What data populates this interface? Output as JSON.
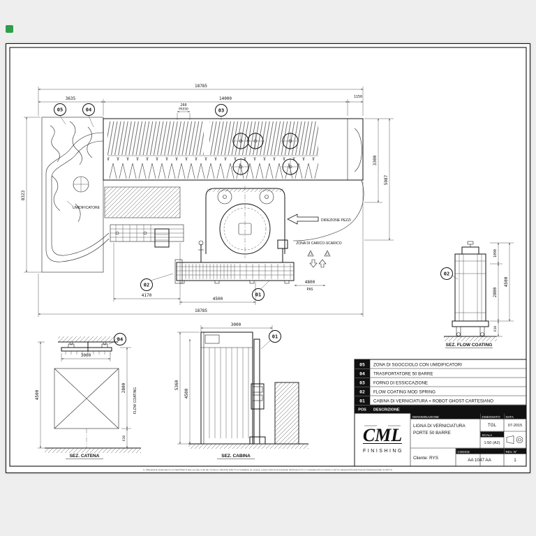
{
  "balloons": {
    "b01": "01",
    "b02": "02",
    "b03": "03",
    "b04": "04",
    "b05": "05"
  },
  "plan": {
    "dims": {
      "total_top": "18785",
      "zone": "3635",
      "conveyor": "14000",
      "end": "1150",
      "passo_value": "260",
      "passo_label": "PASSO",
      "depth": "3300",
      "depth_total": "5987",
      "left_height": "8323",
      "d4170": "4170",
      "d4500": "4500",
      "pas_value": "4800",
      "pas_label": "PAS",
      "total_bottom": "18785"
    },
    "labels": {
      "umidificatore": "UMIDIFICATORE",
      "direzione": "DIREZIONE PEZZI",
      "zona_carico": "ZONA DI CARICO-SCARICO"
    }
  },
  "sections": {
    "flow": {
      "title": "SEZ. FLOW COATING",
      "d1090": "1090",
      "d2800": "2800",
      "d4500": "4500",
      "d610": "610"
    },
    "catena": {
      "title": "SEZ. CATENA",
      "d3000": "3000",
      "d4500": "4500",
      "d2800": "2800",
      "d610": "610",
      "flow_coating": "FLOW COATING"
    },
    "cabina": {
      "title": "SEZ. CABINA",
      "d3000": "3000",
      "d5360": "5360",
      "d4500": "4500"
    }
  },
  "parts_table": {
    "headers": {
      "pos": "POS",
      "descr": "DESCRIZIONE"
    },
    "rows": [
      {
        "pos": "05",
        "descr": "ZONA DI SGOCCIOLO CON UMIDIFICATORI"
      },
      {
        "pos": "04",
        "descr": "TRASPORTATORE 50 BARRE"
      },
      {
        "pos": "03",
        "descr": "FORNO DI ESSICCAZIONE"
      },
      {
        "pos": "02",
        "descr": "FLOW COATING MOD SPRING"
      },
      {
        "pos": "01",
        "descr": "CABINA DI VERNICIATURA + ROBOT GHOST CARTESIANO"
      }
    ]
  },
  "title_block": {
    "denominazione_label": "DENOMINAZIONE",
    "denominazione_line1": "LIGNA DI VERNICIATURA",
    "denominazione_line2": "PORTE 50 BARRE",
    "disegnato_label": "DISEGNATO",
    "disegnato": "TGL",
    "data_label": "DATA",
    "data": "07-2015",
    "scala_label": "SCALA",
    "scala": "1:50 (A2)",
    "cliente": "Cliente: RYS",
    "codice_label": "CODICE",
    "codice": "AA 1047 AA",
    "rev_label": "REV. N°",
    "rev": "1",
    "logo": "CML",
    "logo_sub": "FINISHING"
  },
  "footer": {
    "note": "IL PRESENTE DISEGNO È DI PROPRIETÀ DELLA CML CHE NE TUTELA I PROPRI DIRITTI A TERMINE DI LEGGE. ESSO NON PUÒ ESSERE RIPRODOTTO O COMUNICATO A TERZI O DITTE SENZA PREVENTIVA AUTORIZZAZIONE SCRITTA."
  }
}
